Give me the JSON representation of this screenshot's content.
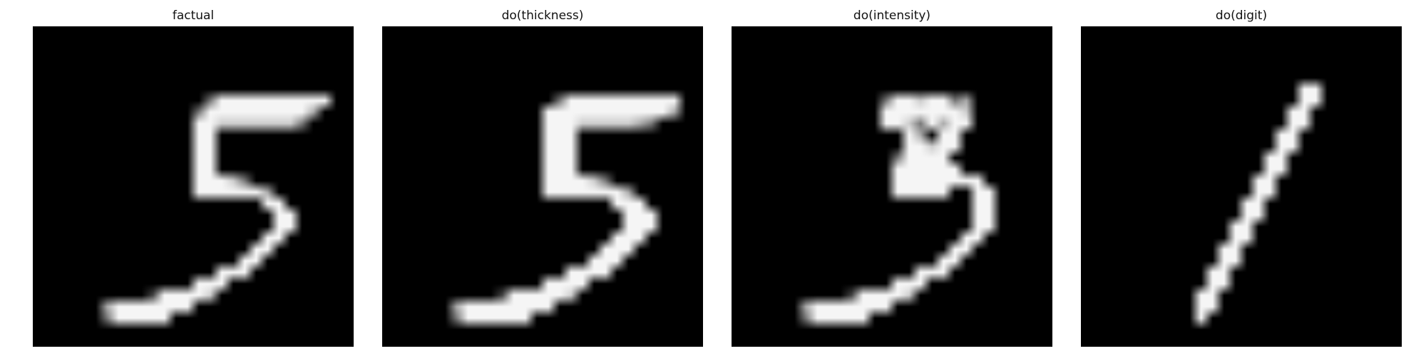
{
  "figure": {
    "background": "#ffffff",
    "image_background": "#000000",
    "panels": [
      {
        "title": "factual",
        "pixels": [
          "............................",
          "............................",
          "............................",
          "............................",
          "............................",
          "............................",
          "...............+##########..",
          "..............+#########%...",
          "..............##*******+....",
          "..............##............",
          "..............##............",
          "..............##............",
          "..............##............",
          "..............###*+.........",
          "..............######%.......",
          "....................##......",
          ".....................##.....",
          ".....................##.....",
          "....................##......",
          "...................##.......",
          "..................##........",
          "................###.........",
          "..............###...........",
          "..........:####*............",
          "......%#######..............",
          "......+#####................",
          "............................",
          "............................"
        ]
      },
      {
        "title": "do(thickness)",
        "pixels": [
          "............................",
          "............................",
          "............................",
          "............................",
          "............................",
          "............................",
          "...............+##########..",
          "..............###########%..",
          "..............###*****%+....",
          "..............###...........",
          "..............###...........",
          "..............###...........",
          "..............###...........",
          "..............####*+........",
          "..............#######%......",
          "....................###.....",
          ".....................###....",
          ".....................###....",
          "....................###.....",
          "...................###......",
          "..................###.......",
          "................####........",
          "..............####..........",
          "..........:#####*...........",
          "......%########.............",
          "......+######...............",
          "............................",
          "............................"
        ]
      },
      {
        "title": "do(intensity)",
        "pixels": [
          "............................",
          "............................",
          "............................",
          "............................",
          "............................",
          "............................",
          ".............+##*##+%.......",
          ".............#######*.......",
          ".............##*+#%##.......",
          "...............#%.##........",
          "...............##*##........",
          "..............+####.........",
          "..............######........",
          "..............########......",
          "..............#####..##.....",
          ".....................##.....",
          ".....................##.....",
          ".....................##.....",
          "....................##......",
          "...................##.......",
          "..................##........",
          "................###.........",
          "..............###...........",
          "..........:####*............",
          "......%#######..............",
          "......+#####................",
          "............................",
          "............................"
        ]
      },
      {
        "title": "do(digit)",
        "pixels": [
          "............................",
          "............................",
          "............................",
          "............................",
          "............................",
          "...................##.......",
          "...................##.......",
          "..................##........",
          "..................##........",
          ".................##.........",
          ".................##.........",
          "................##..........",
          "................##..........",
          "...............##...........",
          "...............##...........",
          "..............##............",
          "..............##............",
          ".............##.............",
          ".............##.............",
          "............##..............",
          "............##..............",
          "...........##...............",
          "...........##...............",
          "..........##................",
          "..........##................",
          "..........#.................",
          "............................",
          "............................"
        ]
      }
    ],
    "pixel_levels": {
      ".": 0,
      ":": 70,
      "+": 120,
      "%": 170,
      "*": 205,
      "#": 245
    }
  }
}
